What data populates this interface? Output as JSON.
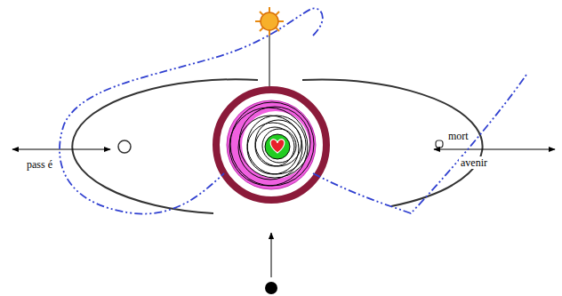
{
  "diagram": {
    "labels": [
      "pass é",
      "mort",
      "avenir"
    ]
  }
}
